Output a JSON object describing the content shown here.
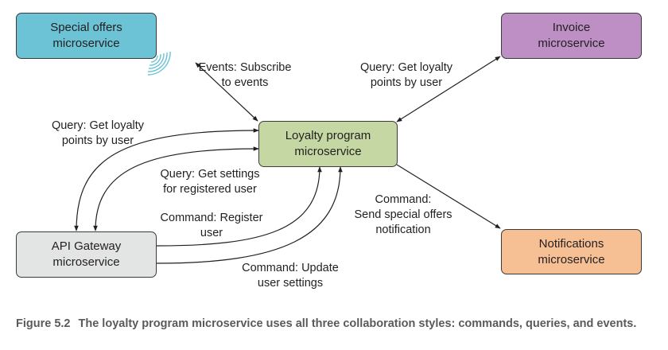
{
  "nodes": {
    "special_offers": {
      "line1": "Special offers",
      "line2": "microservice",
      "color": "#6cc3d5"
    },
    "invoice": {
      "line1": "Invoice",
      "line2": "microservice",
      "color": "#bd8fc5"
    },
    "loyalty": {
      "line1": "Loyalty program",
      "line2": "microservice",
      "color": "#c5d8a4"
    },
    "api_gateway": {
      "line1": "API Gateway",
      "line2": "microservice",
      "color": "#e3e4e4"
    },
    "notifications": {
      "line1": "Notifications",
      "line2": "microservice",
      "color": "#f7bf94"
    }
  },
  "edges": {
    "events": {
      "line1": "Events: Subscribe",
      "line2": "to events"
    },
    "invoice_query": {
      "line1": "Query: Get loyalty",
      "line2": "points by user"
    },
    "gateway_query_points": {
      "line1": "Query: Get loyalty",
      "line2": "points by user"
    },
    "gateway_query_settings": {
      "line1": "Query: Get settings",
      "line2": "for registered user"
    },
    "register_command": {
      "line1": "Command: Register",
      "line2": "user"
    },
    "update_command": {
      "line1": "Command: Update",
      "line2": "user settings"
    },
    "notification_command": {
      "line1": "Command:",
      "line2": "Send special offers",
      "line3": "notification"
    }
  },
  "caption": {
    "figure": "Figure 5.2",
    "text": "The loyalty program microservice uses all three collaboration styles: commands, queries, and events."
  }
}
